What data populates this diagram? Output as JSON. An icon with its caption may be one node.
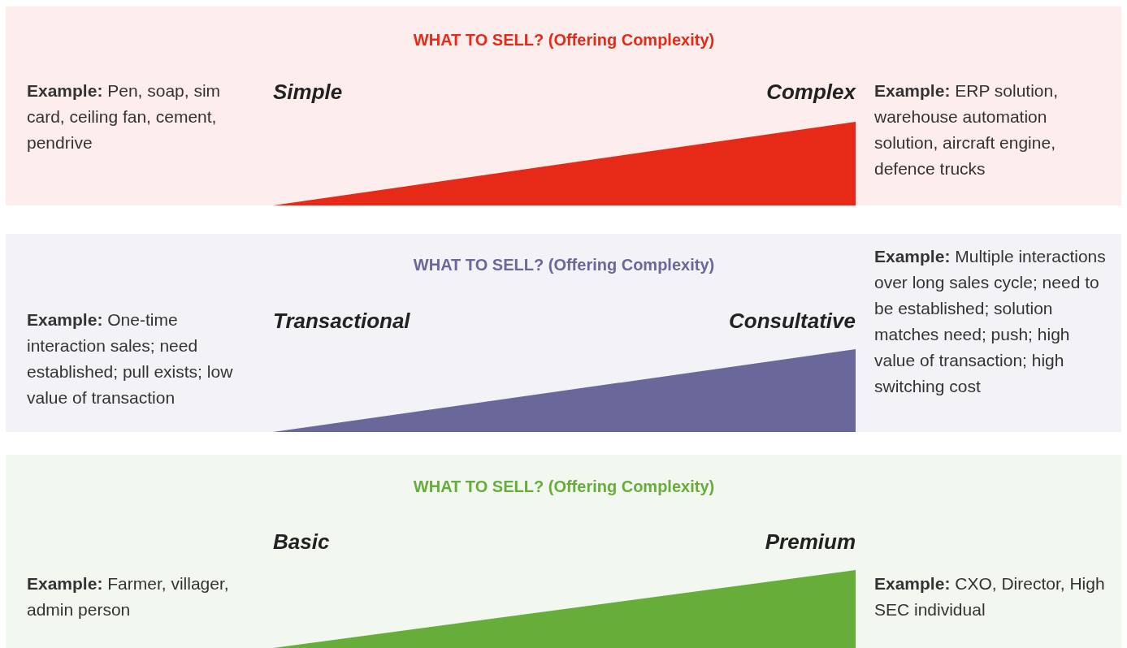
{
  "diagram": {
    "nodes": [
      {
        "text": [
          "WHAT TO SELL? (Offering Complexity)",
          "**Example:** Pen, soap, sim card, ceiling fan, cement, pendrive",
          "Simple",
          "Complex",
          "**Example:** ERP solution, warehouse automation solution, aircraft engine, defence trucks"
        ]
      },
      {
        "text": [],
        "shape": "triangle",
        "in": 0
      },
      {
        "text": [
          "WHAT TO SELL? (Offering Complexity)",
          "**Example:** One-time interaction sales; need established; pull exists; low value of transaction",
          "Transactional",
          "Consultative",
          "**Example:** Multiple interactions over long sales cycle; need to be established; solution matches need; push; high value of transaction; high switching cost"
        ]
      },
      {
        "text": [],
        "shape": "triangle",
        "in": 2
      },
      {
        "text": [
          "WHAT TO SELL? (Offering Complexity)",
          "**Example:** Farmer, villager, admin person",
          "Basic",
          "Premium",
          "**Example:** CXO, Director, High SEC individual"
        ]
      },
      {
        "text": [],
        "shape": "triangle",
        "in": 4
      }
    ]
  }
}
